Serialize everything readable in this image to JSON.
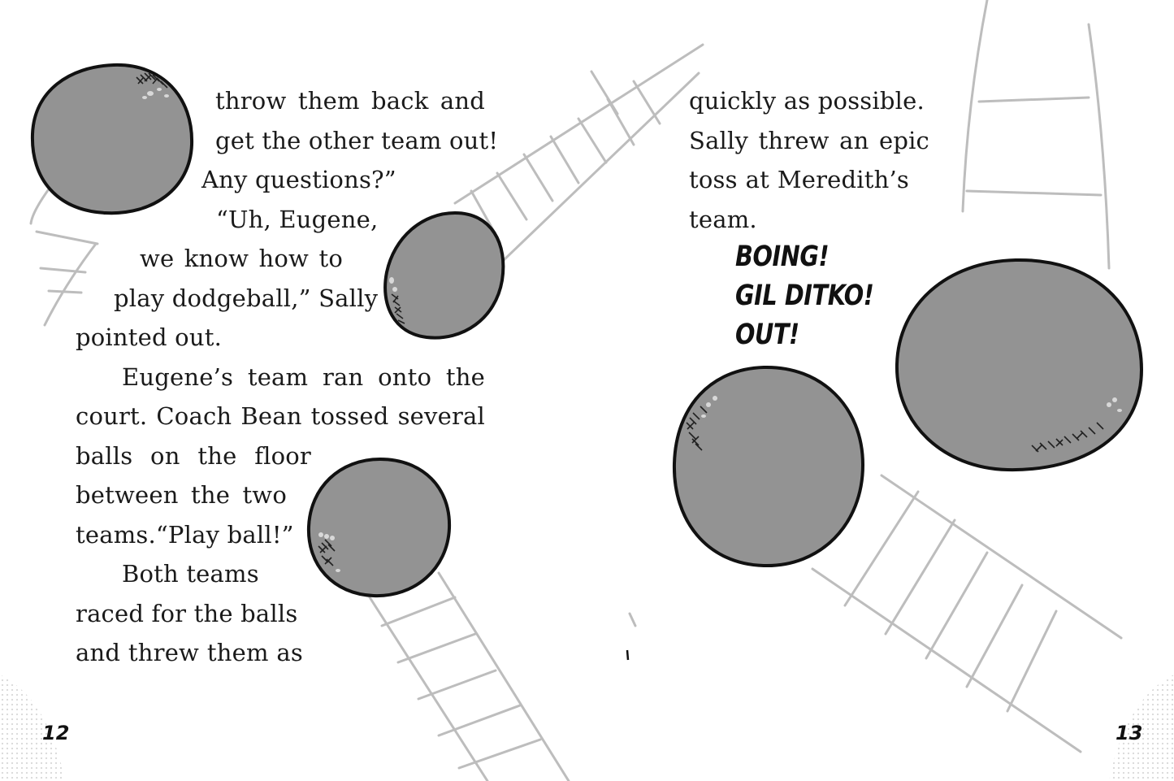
{
  "left_page": {
    "lines": [
      "throw them back and",
      "get the other team out!",
      "Any questions?”",
      "“Uh, Eugene,",
      "we know how to",
      "play dodgeball,” Sally",
      "pointed out.",
      "Eugene’s team ran onto the",
      "court. Coach Bean tossed several",
      "balls on the floor",
      "between the two",
      "teams.“Play ball!”",
      "Both teams",
      "raced for the balls",
      "and threw them as"
    ],
    "page_number": "12"
  },
  "right_page": {
    "lines": [
      "quickly as possible.",
      "Sally threw an epic",
      "toss at Meredith’s",
      "team."
    ],
    "sound_effects": [
      "BOING!",
      "GIL DITKO!",
      "OUT!"
    ],
    "page_number": "13"
  },
  "colors": {
    "ball_fill": "#939393",
    "ball_outline": "#111111",
    "motion_lines": "#bdbdbd"
  }
}
